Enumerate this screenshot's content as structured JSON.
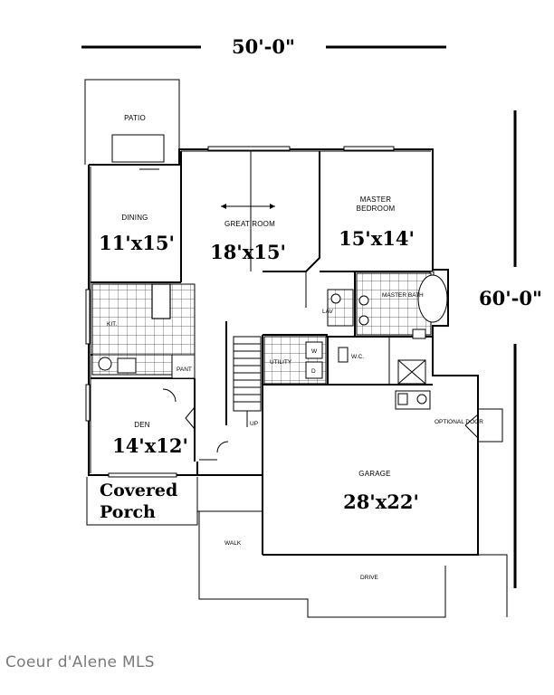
{
  "dimensions": {
    "width": "50'-0\"",
    "depth": "60'-0\""
  },
  "rooms": {
    "patio": "PATIO",
    "dining": {
      "name": "DINING",
      "size": "11'x15'"
    },
    "great_room": {
      "name": "GREAT ROOM",
      "size": "18'x15'"
    },
    "master_bedroom": {
      "name": "MASTER BEDROOM",
      "size": "15'x14'"
    },
    "kitchen": "KIT.",
    "pantry": "PANT",
    "den": {
      "name": "DEN",
      "size": "14'x12'"
    },
    "lav": "LAV",
    "master_bath": "MASTER BATH",
    "utility": "UTILITY",
    "wc": "W.C.",
    "garage": {
      "name": "GARAGE",
      "size": "28'x22'"
    },
    "optional_door": "OPTIONAL DOOR",
    "up": "UP",
    "walk": "WALK",
    "drive": "DRIVE",
    "covered_porch": [
      "Covered",
      "Porch"
    ],
    "washer": "W",
    "dryer": "D"
  },
  "watermark": "Coeur d'Alene MLS",
  "colors": {
    "line": "#000000",
    "watermark": "#7a7a7a"
  }
}
